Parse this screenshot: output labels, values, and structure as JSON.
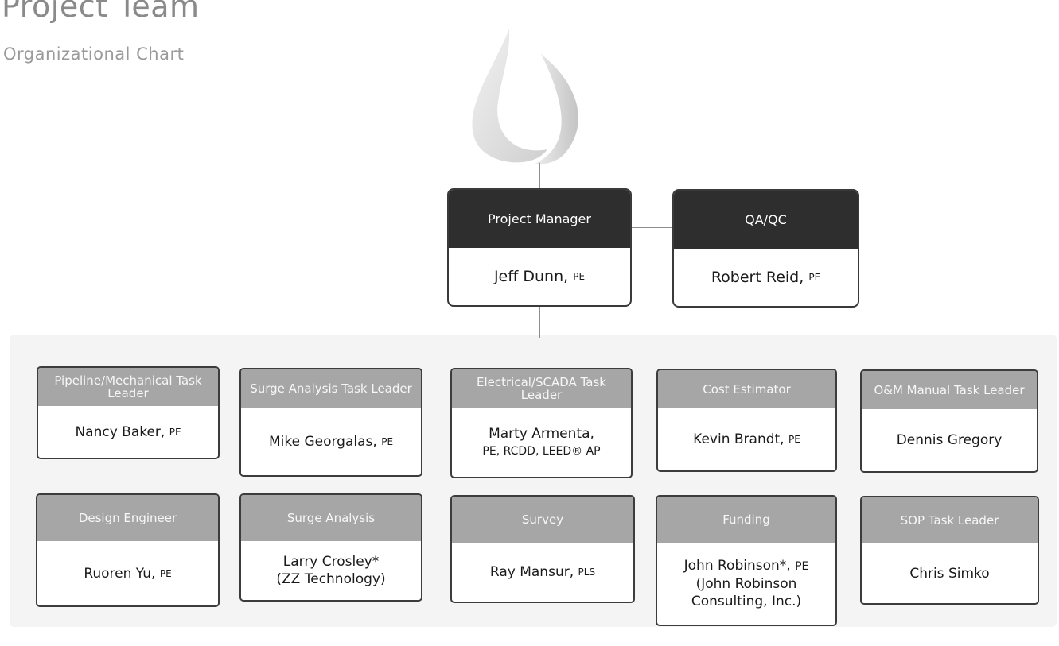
{
  "header": {
    "title": "Project Team",
    "subtitle": "Organizational Chart"
  },
  "colors": {
    "leader_header": "#2e2e2e",
    "task_header": "#a6a6a6",
    "band": "#f4f4f4"
  },
  "top": {
    "manager": {
      "role": "Project Manager",
      "name": "Jeff Dunn,",
      "credential": "PE"
    },
    "qaqc": {
      "role": "QA/QC",
      "name": "Robert Reid,",
      "credential": "PE"
    }
  },
  "row1": [
    {
      "role": "Pipeline/Mechanical Task Leader",
      "name": "Nancy Baker,",
      "credential": "PE"
    },
    {
      "role": "Surge Analysis Task Leader",
      "name": "Mike Georgalas,",
      "credential": "PE"
    },
    {
      "role": "Electrical/SCADA Task Leader",
      "name": "Marty Armenta,",
      "credential": "PE, RCDD, LEED® AP"
    },
    {
      "role": "Cost Estimator",
      "name": "Kevin Brandt,",
      "credential": "PE"
    },
    {
      "role": "O&M Manual Task Leader",
      "name": "Dennis Gregory",
      "credential": ""
    }
  ],
  "row2": [
    {
      "role": "Design Engineer",
      "name": "Ruoren Yu,",
      "credential": "PE"
    },
    {
      "role": "Surge Analysis",
      "name": "Larry Crosley*\n(ZZ Technology)",
      "credential": ""
    },
    {
      "role": "Survey",
      "name": "Ray Mansur,",
      "credential": "PLS"
    },
    {
      "role": "Funding",
      "name": "John Robinson*,",
      "credential": "PE",
      "org": "(John Robinson\nConsulting, Inc.)"
    },
    {
      "role": "SOP Task Leader",
      "name": "Chris Simko",
      "credential": ""
    }
  ]
}
